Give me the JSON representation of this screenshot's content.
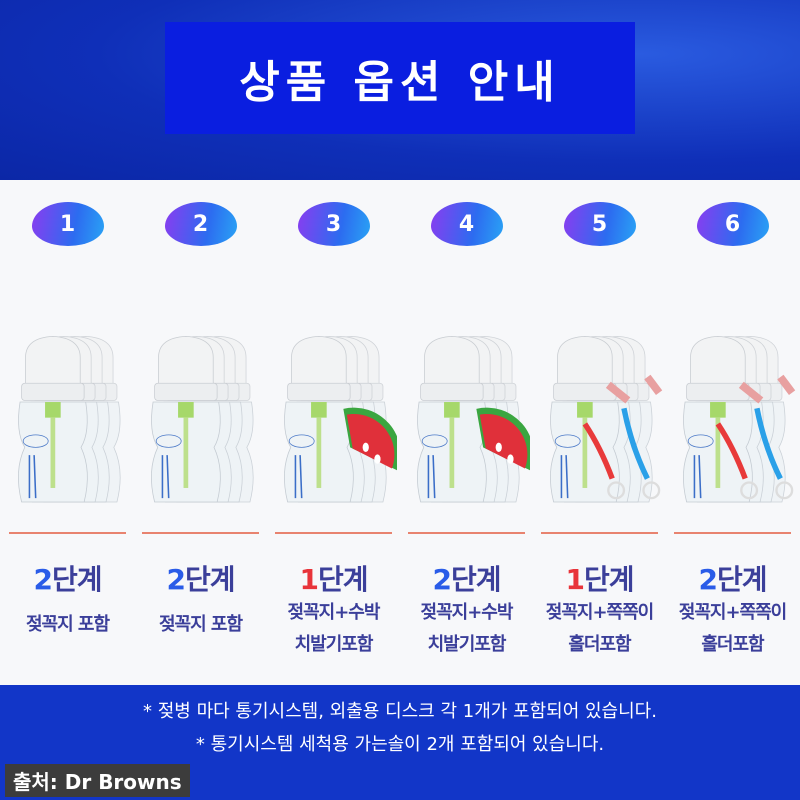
{
  "header": {
    "title": "상품 옵션 안내"
  },
  "options": [
    {
      "number": "1",
      "stage_num": "2",
      "stage_text": "단계",
      "stage_color": "blue",
      "lines": [
        "젖꼭지 포함"
      ],
      "accessory": "none"
    },
    {
      "number": "2",
      "stage_num": "2",
      "stage_text": "단계",
      "stage_color": "blue",
      "lines": [
        "젖꼭지 포함"
      ],
      "accessory": "none"
    },
    {
      "number": "3",
      "stage_num": "1",
      "stage_text": "단계",
      "stage_color": "red",
      "lines": [
        "젖꼭지+수박",
        "치발기포함"
      ],
      "accessory": "watermelon-teether"
    },
    {
      "number": "4",
      "stage_num": "2",
      "stage_text": "단계",
      "stage_color": "blue",
      "lines": [
        "젖꼭지+수박",
        "치발기포함"
      ],
      "accessory": "watermelon-teether"
    },
    {
      "number": "5",
      "stage_num": "1",
      "stage_text": "단계",
      "stage_color": "red",
      "lines": [
        "젖꼭지+쪽쪽이",
        "홀더포함"
      ],
      "accessory": "pacifier-holder"
    },
    {
      "number": "6",
      "stage_num": "2",
      "stage_text": "단계",
      "stage_color": "blue",
      "lines": [
        "젖꼭지+쪽쪽이",
        "홀더포함"
      ],
      "accessory": "pacifier-holder"
    }
  ],
  "notes": [
    "* 젖병 마다 통기시스템, 외출용 디스크 각 1개가 포함되어 있습니다.",
    "* 통기시스템 세척용 가는솔이 2개 포함되어 있습니다."
  ],
  "source": "출처: Dr Browns",
  "colors": {
    "background": "#1236c8",
    "title_box": "#0a1ee0",
    "stage_red": "#e8343a",
    "stage_blue": "#2a5ce8",
    "text": "#3b3f9a"
  }
}
